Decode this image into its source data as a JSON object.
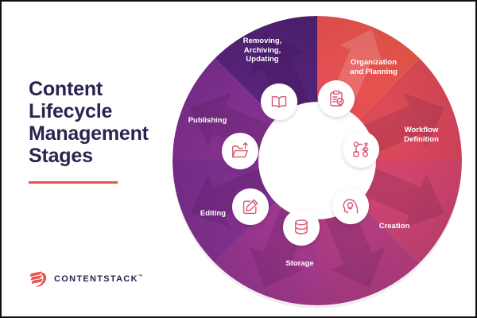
{
  "page": {
    "title": "Content\nLifecycle\nManagement\nStages",
    "accent_color": "#e8544b",
    "title_color": "#2b2350",
    "background": "#ffffff"
  },
  "logo": {
    "name": "CONTENTSTACK",
    "trademark": "™",
    "mark_icon": "contentstack-s-mark-icon",
    "mark_color": "#e8544b",
    "text_color": "#2b2350"
  },
  "diagram": {
    "type": "cycle-wheel",
    "segment_count": 8,
    "hub_color": "#ffffff",
    "icon_stroke_color": "#d9566f",
    "label_color": "#ffffff",
    "gradient_stops": [
      "#e8544b",
      "#d6465c",
      "#c4416e",
      "#a93a84",
      "#8d3490",
      "#6b2a8b",
      "#4e2170"
    ],
    "segments": [
      {
        "id": "organization-and-planning",
        "label": "Organization\nand Planning",
        "icon": "clipboard-check-icon",
        "color": "#e8544b",
        "angle_deg": 22
      },
      {
        "id": "workflow-definition",
        "label": "Workflow\nDefinition",
        "icon": "workflow-nodes-icon",
        "color": "#e0485a",
        "angle_deg": 67
      },
      {
        "id": "creation",
        "label": "Creation",
        "icon": "head-lightbulb-icon",
        "color": "#c9436b",
        "angle_deg": 112
      },
      {
        "id": "storage",
        "label": "Storage",
        "icon": "database-icon",
        "color": "#ad3a83",
        "angle_deg": 157
      },
      {
        "id": "editing",
        "label": "Editing",
        "icon": "edit-pencil-square-icon",
        "color": "#9b3a8c",
        "angle_deg": 202
      },
      {
        "id": "publishing",
        "label": "Publishing",
        "icon": "folder-upload-icon",
        "color": "#84308e",
        "angle_deg": 247
      },
      {
        "id": "removing-archiving-updating",
        "label": "Removing,\nArchiving,\nUpdating",
        "icon": "open-book-icon",
        "color": "#5b2480",
        "angle_deg": 292
      },
      {
        "id": "cycle-return",
        "label": "",
        "icon": "",
        "color": "#4e2170",
        "angle_deg": 337
      }
    ]
  }
}
